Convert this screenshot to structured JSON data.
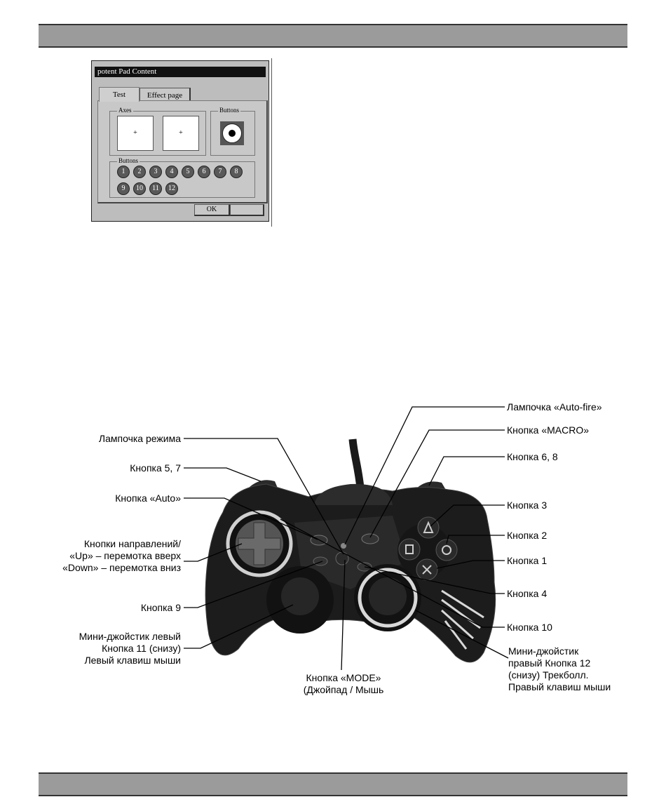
{
  "dialog": {
    "title": "potent Pad Content",
    "tabs": [
      "Test",
      "Effect page"
    ],
    "axes_label": "Axes",
    "buttons_label_small": "Buttons",
    "buttons_label": "Buttons",
    "axis_marks": [
      "+",
      "+"
    ],
    "buttons": [
      "1",
      "2",
      "3",
      "4",
      "5",
      "6",
      "7",
      "8",
      "9",
      "10",
      "11",
      "12"
    ],
    "ok_label": "OK"
  },
  "callouts": {
    "auto_fire_lamp": "Лампочка «Auto-fire»",
    "macro_button": "Кнопка «MACRO»",
    "mode_lamp": "Лампочка режима",
    "btn_6_8": "Кнопка 6, 8",
    "btn_5_7": "Кнопка 5, 7",
    "auto_button": "Кнопка «Auto»",
    "btn_3": "Кнопка 3",
    "btn_2": "Кнопка 2",
    "btn_1": "Кнопка 1",
    "dpad": [
      "Кнопки направлений/",
      "«Up» – перемотка вверх",
      "«Down» – перемотка вниз"
    ],
    "btn_4": "Кнопка 4",
    "btn_9": "Кнопка 9",
    "btn_10": "Кнопка 10",
    "left_stick": [
      "Мини-джойстик левый",
      "Кнопка 11 (снизу)",
      "Левый клавиш мыши"
    ],
    "right_stick": [
      "Мини-джойстик",
      "правый Кнопка 12",
      "(снизу) Трекболл.",
      "Правый клавиш мыши"
    ],
    "mode_button": [
      "Кнопка «MODE»",
      "(Джойпад / Мышь"
    ]
  },
  "colors": {
    "band": "#9b9b9b",
    "dialog_bg": "#bdbdbd",
    "title_bar": "#111111",
    "pad_body": "#1c1c1c"
  },
  "icons": [
    "triangle-icon",
    "square-icon",
    "circle-icon",
    "cross-icon",
    "dpad-icon"
  ]
}
